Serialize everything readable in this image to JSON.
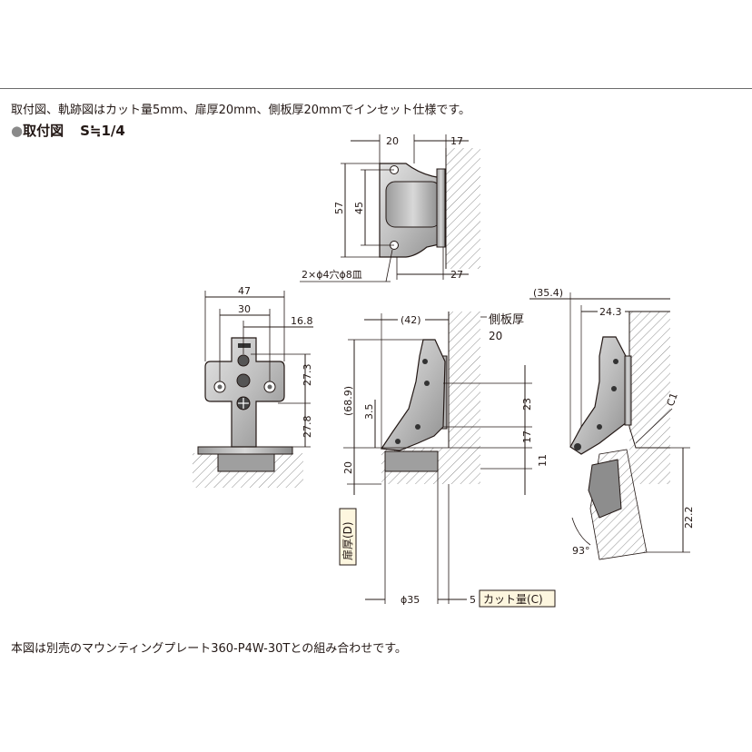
{
  "intro_text": "取付図、軌跡図はカット量5mm、扉厚20mm、側板厚20mmでインセット仕様です。",
  "section_title": {
    "bullet": "●",
    "label": "取付図",
    "scale": "S≒1/4"
  },
  "top_view": {
    "dim_width": "20",
    "dim_offset": "17",
    "dim_height_outer": "57",
    "dim_height_inner": "45",
    "hole_note": "2×ϕ4穴ϕ8皿",
    "dim_bottom": "27"
  },
  "front_view": {
    "dim_overall": "47",
    "dim_holes": "30",
    "dim_side": "16.8",
    "dim_upper": "27.3",
    "dim_lower": "27.8"
  },
  "side_view": {
    "dim_reach": "(42)",
    "side_panel_label": "側板厚",
    "side_panel_value": "20",
    "dim_total_height": "(68.9)",
    "dim_small": "3.5",
    "dim_23": "23",
    "dim_17": "17",
    "dim_11": "11",
    "dim_20_door": "20",
    "door_thickness_label": "扉厚(D)",
    "dim_cup": "ϕ35",
    "dim_cut": "5",
    "cut_label": "カット量(C)"
  },
  "trajectory_view": {
    "dim_35_4": "(35.4)",
    "dim_24_3": "24.3",
    "chamfer_label": "C1",
    "dim_22_2": "22.2",
    "angle_label": "93°"
  },
  "footer_text": "本図は別売のマウンティングプレート360-P4W-30Tとの組み合わせです。"
}
